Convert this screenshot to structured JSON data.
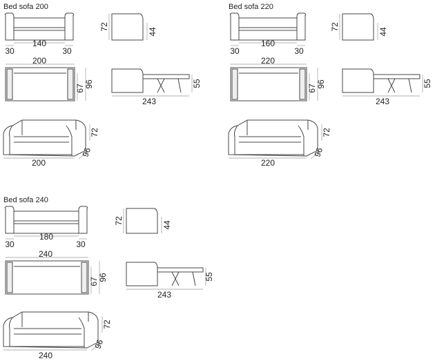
{
  "colors": {
    "line": "#444444",
    "dimension": "#999999",
    "text": "#222222",
    "background": "#ffffff"
  },
  "blocks": [
    {
      "title": "Bed sofa 200",
      "front": {
        "inner_width": "140",
        "left_arm": "30",
        "right_arm": "30"
      },
      "side": {
        "height": "72",
        "seat_height": "44"
      },
      "top": {
        "total_width": "200",
        "inner_depth": "67",
        "total_depth": "96"
      },
      "open": {
        "bed_height": "55",
        "open_length": "243"
      },
      "persp": {
        "width": "200",
        "height": "72",
        "depth": "96"
      }
    },
    {
      "title": "Bed sofa 220",
      "front": {
        "inner_width": "160",
        "left_arm": "30",
        "right_arm": "30"
      },
      "side": {
        "height": "72",
        "seat_height": "44"
      },
      "top": {
        "total_width": "220",
        "inner_depth": "67",
        "total_depth": "96"
      },
      "open": {
        "bed_height": "55",
        "open_length": "243"
      },
      "persp": {
        "width": "220",
        "height": "72",
        "depth": "96"
      }
    },
    {
      "title": "Bed sofa 240",
      "front": {
        "inner_width": "180",
        "left_arm": "30",
        "right_arm": "30"
      },
      "side": {
        "height": "72",
        "seat_height": "44"
      },
      "top": {
        "total_width": "240",
        "inner_depth": "67",
        "total_depth": "96"
      },
      "open": {
        "bed_height": "55",
        "open_length": "243"
      },
      "persp": {
        "width": "240",
        "height": "72",
        "depth": "96"
      }
    }
  ]
}
